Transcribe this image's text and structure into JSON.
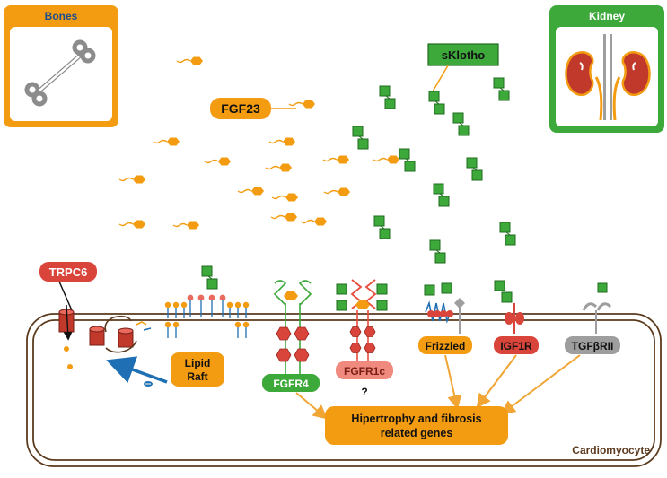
{
  "organs": {
    "bones": {
      "title": "Bones"
    },
    "kidney": {
      "title": "Kidney"
    }
  },
  "ligands": {
    "fgf23": "FGF23",
    "sklotho": "sKlotho"
  },
  "channels": {
    "trpc6": "TRPC6"
  },
  "membrane_domains": {
    "lipid_raft_line1": "Lipid",
    "lipid_raft_line2": "Raft"
  },
  "receptors": {
    "fgfr4": "FGFR4",
    "fgfr1c": "FGFR1c",
    "fgfr1c_note": "?",
    "frizzled": "Frizzled",
    "igf1r": "IGF1R",
    "tgfbrii": "TGFβRII"
  },
  "outcome": {
    "line1": "Hipertrophy and fibrosis",
    "line2": "related genes"
  },
  "cell": {
    "label": "Cardiomyocyte"
  },
  "colors": {
    "orange": "#F39C12",
    "green": "#3DA93A",
    "red": "#D9453B",
    "blue": "#1F6FB4",
    "brown": "#5B3A1E",
    "grey": "#9E9E9E",
    "pink": "#F08A7E"
  }
}
